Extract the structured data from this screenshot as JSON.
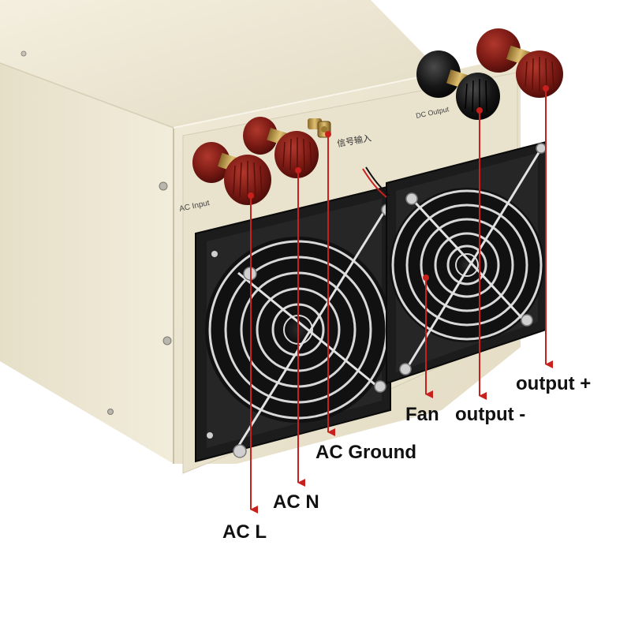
{
  "device": {
    "panel_labels": {
      "ac_input": "AC Input",
      "dc_output": "DC Output",
      "signal_input": "信号输入"
    }
  },
  "callouts": {
    "ac_l": "AC L",
    "ac_n": "AC N",
    "ac_ground": "AC Ground",
    "fan": "Fan",
    "output_minus": "output -",
    "output_plus": "output +"
  },
  "colors": {
    "callout_line": "#c8201c",
    "terminal_red": "#7a1a14",
    "terminal_black": "#141414",
    "case_beige": "#ece5d0",
    "fan_black": "#1c1c1c",
    "grille_silver": "#d8d8d8"
  },
  "icons": {
    "terminal": "binding-post-icon",
    "fan": "cooling-fan-icon",
    "screw": "screw-icon",
    "arrow": "arrow-down-icon"
  }
}
